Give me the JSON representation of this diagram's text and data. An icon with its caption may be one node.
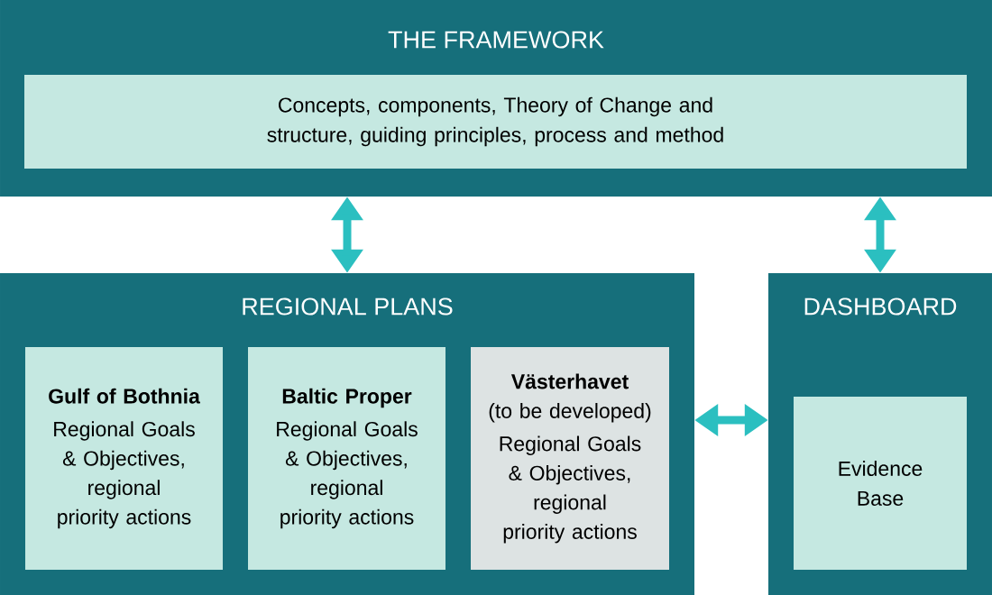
{
  "diagram": {
    "nodes": [
      {
        "text": [
          "THE FRAMEWORK"
        ]
      },
      {
        "text": [
          "Concepts, components, Theory of Change and structure, guiding principles, process and method"
        ],
        "in": 0
      },
      {
        "text": [
          "REGIONAL PLANS"
        ]
      },
      {
        "text": [
          "Gulf of Bothnia",
          "Regional Goals & Objectives, regional priority actions"
        ],
        "in": 2
      },
      {
        "text": [
          "Baltic Proper",
          "Regional Goals & Objectives, regional priority actions"
        ],
        "in": 2
      },
      {
        "text": [
          "Västerhavet",
          "(to be developed)",
          "Regional Goals & Objectives, regional priority actions"
        ],
        "in": 2
      },
      {
        "text": [
          "DASHBOARD"
        ]
      },
      {
        "text": [
          "Evidence Base"
        ],
        "in": 6
      }
    ],
    "edges": [
      {
        "from": 0,
        "to": 2,
        "arrow": "both"
      },
      {
        "from": 0,
        "to": 6,
        "arrow": "both"
      },
      {
        "from": 2,
        "to": 6,
        "arrow": "both"
      }
    ]
  }
}
